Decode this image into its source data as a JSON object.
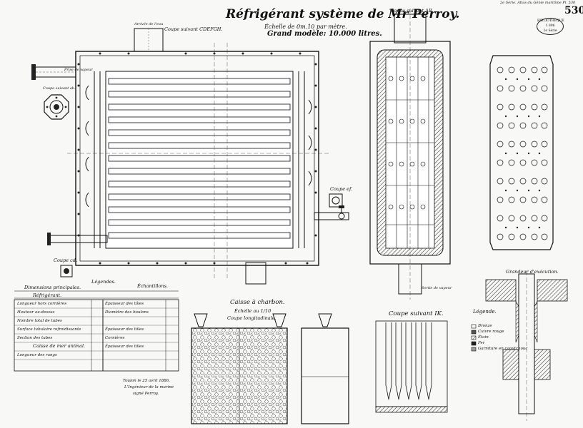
{
  "sheet": {
    "header_note": "2e Série. Atlas du Génie maritime Pl. 530",
    "plate_number": "530",
    "stamp": [
      "BIBLIOTHÈQUE",
      "1 896",
      "2e Série"
    ]
  },
  "title": {
    "main": "Réfrigérant système de Mr Perroy.",
    "scale": "Échelle de 0m.10 par mètre.",
    "model": "Grand modèle: 10.000 litres."
  },
  "views": {
    "section_cdefgh": "Coupe suivant CDEFGH.",
    "section_ab": "Coupe suivant AB.",
    "section_ik": "Coupe suivant IK.",
    "section_ef": "Coupe ef.",
    "section_cd": "Coupe cd.",
    "section_ab_small": "Coupe suivant ab.",
    "water_inlet": "Arrivée de l'eau",
    "steam_inlet": "Prise de vapeur",
    "steam_outlet": "Sortie de vapeur",
    "actual_size": "Grandeur d'exécution.",
    "coal_box": "Caisse à charbon.",
    "coal_scale": "Échelle au 1/10",
    "coal_section": "Coupe longitudinale."
  },
  "tables": {
    "dimensions_title": "Dimensions principales.",
    "refrigerant": "Réfrigérant.",
    "legend_title": "Légendes.",
    "echantillons": "Échantillons.",
    "coal_box_sub": "Caisse de mer animal.",
    "dim_rows": [
      "Longueur hors cornières",
      "Hauteur au-dessus",
      "Nombre total de tubes",
      "Surface tubulaire refroidissante",
      "Section des tubes",
      "Longueur des rangs"
    ],
    "ech_rows": [
      "Épaisseur des tôles",
      "Diamètre des boulons",
      "Épaisseur des tôles",
      "Cornières",
      "Épaisseur des tôles"
    ],
    "signature": [
      "Toulon le 25 avril 1886.",
      "L'Ingénieur de la marine",
      "signé Perroy."
    ]
  },
  "legend": {
    "title": "Légende.",
    "items": [
      "Bronze",
      "Cuivre rouge",
      "Étain",
      "Fer",
      "Garniture en caoutchouc"
    ]
  }
}
